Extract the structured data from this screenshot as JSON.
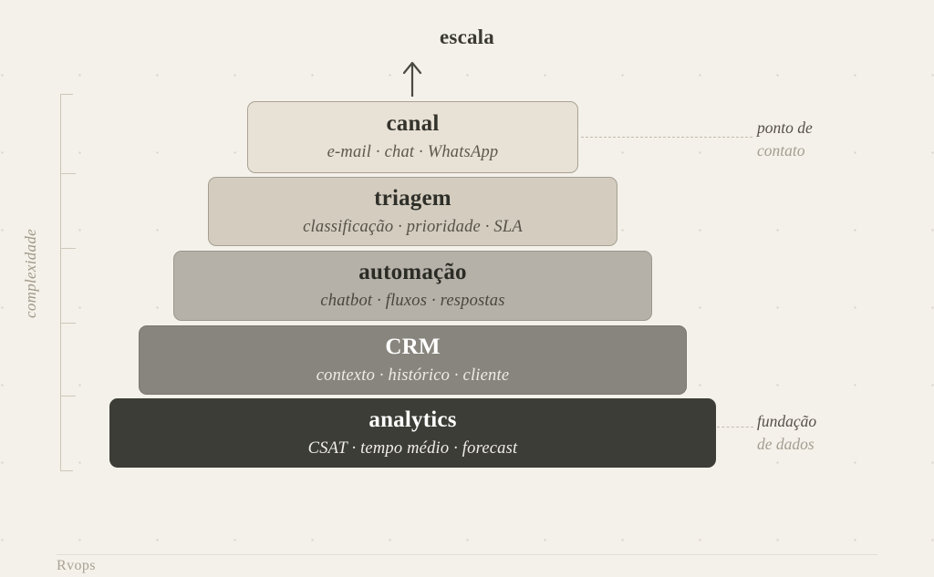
{
  "diagram": {
    "top_axis": {
      "label": "escala",
      "icon": "up-arrow-icon"
    },
    "left_axis": {
      "label": "complexidade",
      "tick_count": 5
    },
    "tiers": [
      {
        "title": "canal",
        "subtitle": "e-mail · chat · WhatsApp",
        "fill": "#e8e1d6",
        "text": "#33332c"
      },
      {
        "title": "triagem",
        "subtitle": "classificação · prioridade · SLA",
        "fill": "#d3ccbf",
        "text": "#2f2f29"
      },
      {
        "title": "automação",
        "subtitle": "chatbot · fluxos · respostas",
        "fill": "#b5b1a8",
        "text": "#2b2b26"
      },
      {
        "title": "CRM",
        "subtitle": "contexto · histórico · cliente",
        "fill": "#88857e",
        "text": "#ffffff"
      },
      {
        "title": "analytics",
        "subtitle": "CSAT · tempo médio · forecast",
        "fill": "#3c3d36",
        "text": "#ffffff"
      }
    ],
    "annotations": [
      {
        "line1": "ponto de",
        "line2": "contato"
      },
      {
        "line1": "fundação",
        "line2": "de dados"
      }
    ],
    "footer": {
      "brand": "Rvops"
    },
    "colors": {
      "background": "#f4f1ea",
      "rule": "#e2ddd2",
      "leader": "#c3bcae",
      "muted_text": "#a59d90"
    }
  }
}
